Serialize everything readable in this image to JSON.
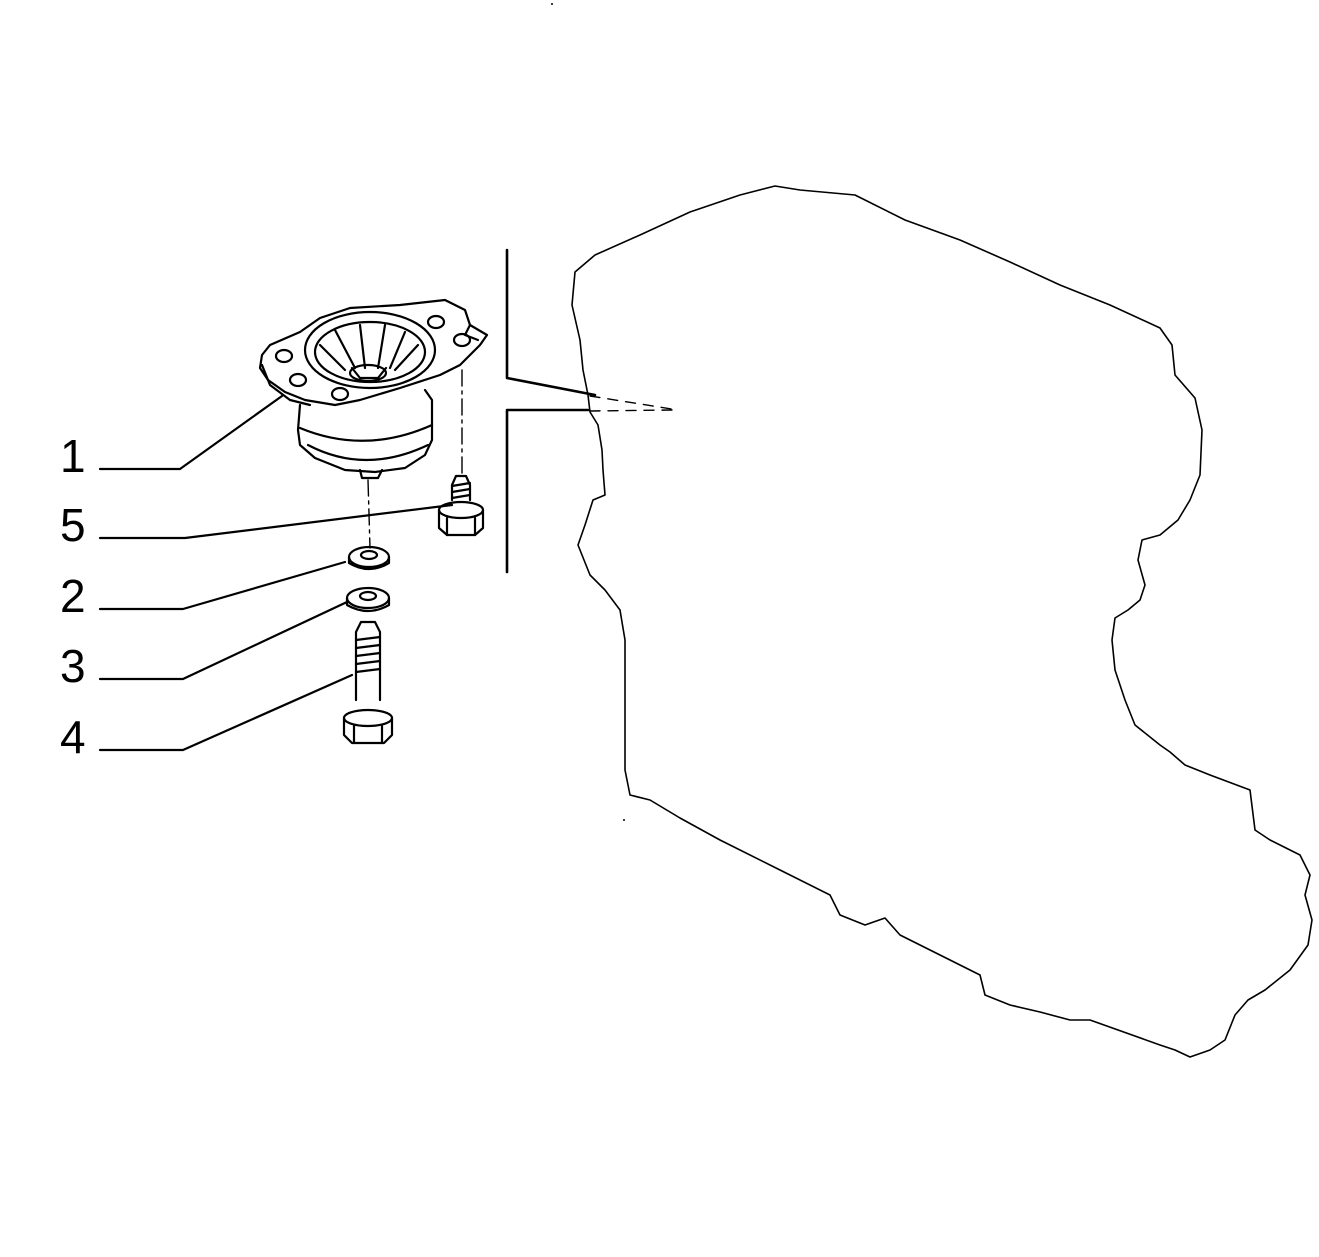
{
  "diagram": {
    "callouts": [
      {
        "number": "1",
        "part": "engine-mount"
      },
      {
        "number": "5",
        "part": "flange-bolt-small"
      },
      {
        "number": "2",
        "part": "washer-upper"
      },
      {
        "number": "3",
        "part": "washer-lower"
      },
      {
        "number": "4",
        "part": "mount-bolt-long"
      }
    ],
    "colors": {
      "ink": "#000000",
      "background": "#ffffff"
    }
  }
}
